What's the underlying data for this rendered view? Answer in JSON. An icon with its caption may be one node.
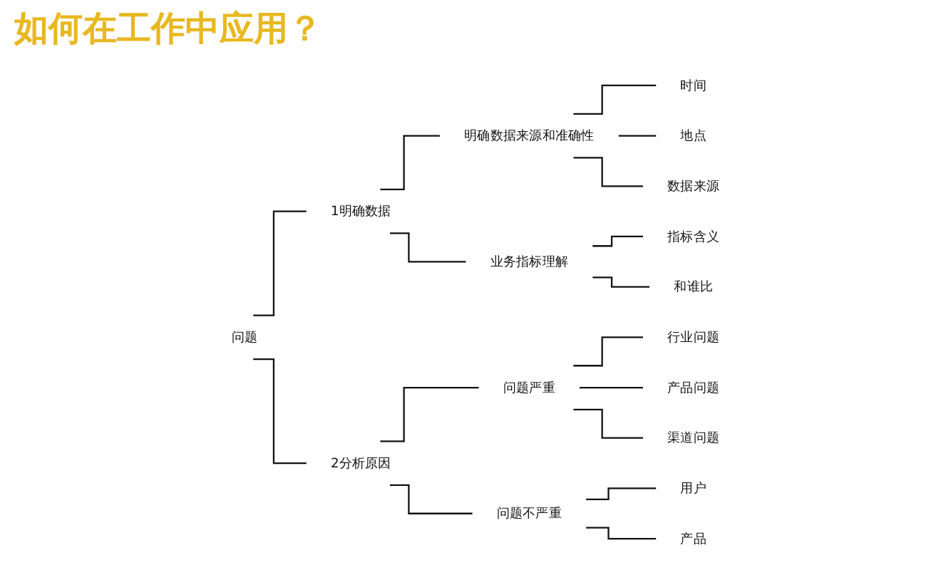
{
  "diagram": {
    "title": "如何在工作中应用？",
    "nodes": [
      {
        "text": [
          "问题"
        ]
      },
      {
        "text": [
          "1明确数据"
        ]
      },
      {
        "text": [
          "明确数据来源和准确性"
        ]
      },
      {
        "text": [
          "时间"
        ]
      },
      {
        "text": [
          "地点"
        ]
      },
      {
        "text": [
          "数据来源"
        ]
      },
      {
        "text": [
          "业务指标理解"
        ]
      },
      {
        "text": [
          "指标含义"
        ]
      },
      {
        "text": [
          "和谁比"
        ]
      },
      {
        "text": [
          "2分析原因"
        ]
      },
      {
        "text": [
          "问题严重"
        ]
      },
      {
        "text": [
          "行业问题"
        ]
      },
      {
        "text": [
          "产品问题"
        ]
      },
      {
        "text": [
          "渠道问题"
        ]
      },
      {
        "text": [
          "问题不严重"
        ]
      },
      {
        "text": [
          "用户"
        ]
      },
      {
        "text": [
          "产品"
        ]
      }
    ],
    "edges": [
      {
        "from": 0,
        "to": 1,
        "arrow": "none"
      },
      {
        "from": 1,
        "to": 2,
        "arrow": "none"
      },
      {
        "from": 2,
        "to": 3,
        "arrow": "none"
      },
      {
        "from": 2,
        "to": 4,
        "arrow": "none"
      },
      {
        "from": 2,
        "to": 5,
        "arrow": "none"
      },
      {
        "from": 1,
        "to": 6,
        "arrow": "none"
      },
      {
        "from": 6,
        "to": 7,
        "arrow": "none"
      },
      {
        "from": 6,
        "to": 8,
        "arrow": "none"
      },
      {
        "from": 0,
        "to": 9,
        "arrow": "none"
      },
      {
        "from": 9,
        "to": 10,
        "arrow": "none"
      },
      {
        "from": 10,
        "to": 11,
        "arrow": "none"
      },
      {
        "from": 10,
        "to": 12,
        "arrow": "none"
      },
      {
        "from": 10,
        "to": 13,
        "arrow": "none"
      },
      {
        "from": 9,
        "to": 14,
        "arrow": "none"
      },
      {
        "from": 14,
        "to": 15,
        "arrow": "none"
      },
      {
        "from": 14,
        "to": 16,
        "arrow": "none"
      }
    ]
  }
}
